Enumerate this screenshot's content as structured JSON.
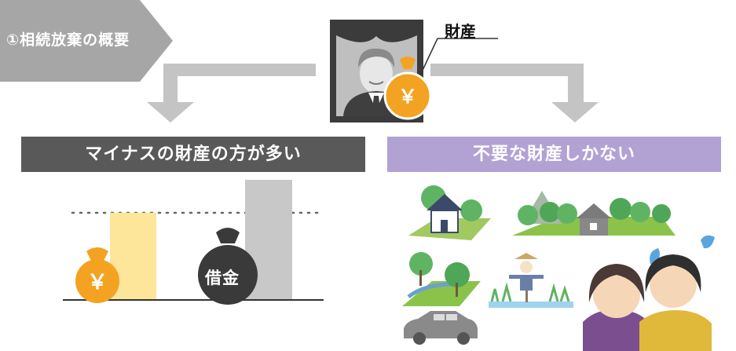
{
  "header": {
    "title": "①相続放棄の概要"
  },
  "deceased": {
    "asset_label": "財産",
    "yen_symbol": "￥"
  },
  "left_panel": {
    "heading": "マイナスの財産の方が多い",
    "asset_bag_symbol": "￥",
    "debt_bag_label": "借金"
  },
  "right_panel": {
    "heading": "不要な財産しかない"
  },
  "colors": {
    "tag_gray": "#a6a6a6",
    "left_band": "#595959",
    "right_band": "#b1a2d3",
    "money_bag": "#f3a321",
    "asset_bar": "#fde59a",
    "debt_bar": "#c8c8c8",
    "debt_bag": "#3a3a3a",
    "tree_green": "#5fb464",
    "field_green": "#8bc34a",
    "water_blue": "#5aa5dc"
  }
}
